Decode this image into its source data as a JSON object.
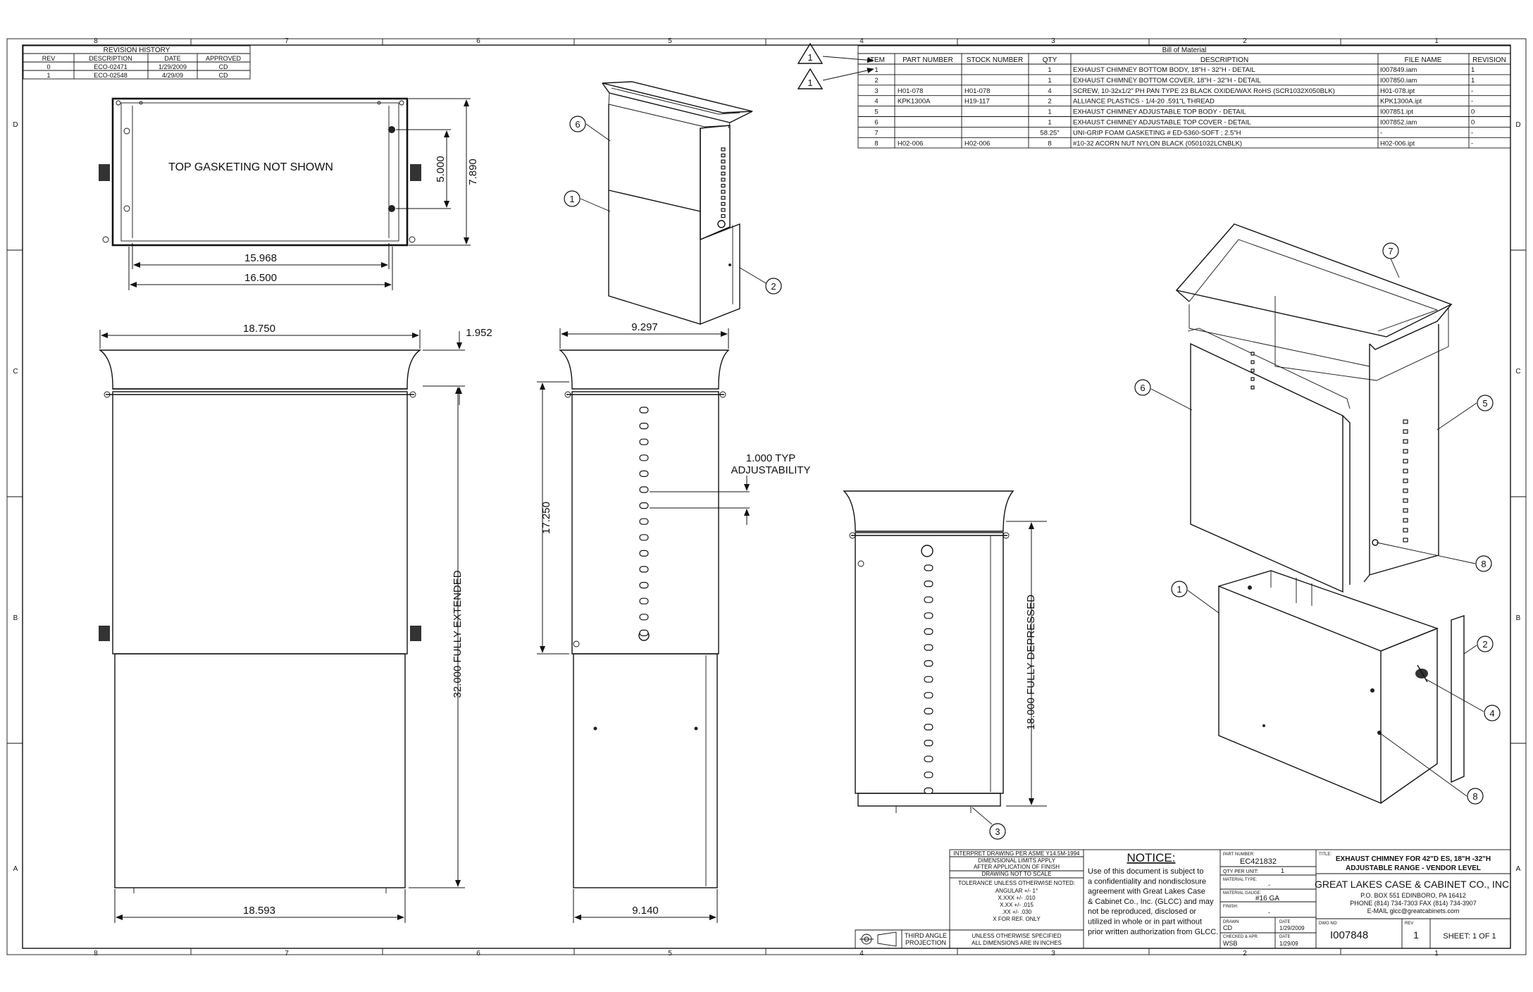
{
  "zones": {
    "columns": [
      "8",
      "7",
      "6",
      "5",
      "4",
      "3",
      "2",
      "1"
    ],
    "rows": [
      "D",
      "C",
      "B",
      "A"
    ]
  },
  "revision_history": {
    "title": "REVISION HISTORY",
    "headers": [
      "REV",
      "DESCRIPTION",
      "DATE",
      "APPROVED"
    ],
    "rows": [
      [
        "0",
        "ECO-02471",
        "1/29/2009",
        "CD"
      ],
      [
        "1",
        "ECO-02548",
        "4/29/09",
        "CD"
      ]
    ]
  },
  "bom": {
    "title": "Bill of Material",
    "headers": [
      "ITEM",
      "PART NUMBER",
      "STOCK NUMBER",
      "QTY",
      "DESCRIPTION",
      "FILE NAME",
      "REVISION"
    ],
    "rows": [
      [
        "1",
        "",
        "",
        "1",
        "EXHAUST CHIMNEY BOTTOM BODY, 18\"H - 32\"H - DETAIL",
        "I007849.iam",
        "1"
      ],
      [
        "2",
        "",
        "",
        "1",
        "EXHAUST CHIMNEY BOTTOM COVER, 18\"H - 32\"H - DETAIL",
        "I007850.iam",
        "1"
      ],
      [
        "3",
        "H01-078",
        "H01-078",
        "4",
        "SCREW, 10-32x1/2\" PH PAN TYPE 23 BLACK OXIDE/WAX RoHS (SCR1032X050BLK)",
        "H01-078.ipt",
        "-"
      ],
      [
        "4",
        "KPK1300A",
        "H19-117",
        "2",
        "ALLIANCE PLASTICS - 1/4-20 .591\"L THREAD",
        "KPK1300A.ipt",
        "-"
      ],
      [
        "5",
        "",
        "",
        "1",
        "EXHAUST CHIMNEY ADJUSTABLE TOP BODY - DETAIL",
        "I007851.ipt",
        "0"
      ],
      [
        "6",
        "",
        "",
        "1",
        "EXHAUST CHIMNEY ADJUSTABLE TOP COVER - DETAIL",
        "I007852.iam",
        "0"
      ],
      [
        "7",
        "",
        "",
        "58.25\"",
        "UNI-GRIP FOAM GASKETING # ED-5360-SOFT ; 2.5\"H",
        "-",
        "-"
      ],
      [
        "8",
        "H02-006",
        "H02-006",
        "8",
        "#10-32 ACORN NUT NYLON BLACK (0501032LCNBLK)",
        "H02-006.ipt",
        "-"
      ]
    ],
    "rev_flags": [
      "1",
      "1"
    ]
  },
  "top_view": {
    "note": "TOP GASKETING NOT SHOWN",
    "dim_inner_w": "15.968",
    "dim_outer_w": "16.500",
    "dim_inner_h": "5.000",
    "dim_outer_h": "7.890"
  },
  "front_view": {
    "dim_flange_w": "18.750",
    "dim_flange_h": "1.952",
    "dim_bottom_w": "18.593",
    "dim_height": "32.000 FULLY EXTENDED"
  },
  "side_view": {
    "dim_top_w": "9.297",
    "dim_upper_h": "17.250",
    "dim_adjust_l1": "1.000 TYP",
    "dim_adjust_l2": "ADJUSTABILITY",
    "dim_bottom_w": "9.140",
    "slot_count": 15
  },
  "depressed_view": {
    "dim_height": "18.000 FULLY DEPRESSED",
    "slot_count": 15
  },
  "balloons": [
    "1",
    "2",
    "3",
    "4",
    "5",
    "6",
    "7",
    "8"
  ],
  "title_block": {
    "std_lines": [
      "INTERPRET DRAWING PER ASME Y14.5M-1994",
      "DIMENSIONAL LIMITS APPLY",
      "AFTER APPLICATION OF FINISH",
      "DRAWING NOT TO SCALE",
      "TOLERANCE UNLESS OTHERWISE NOTED:",
      "ANGULAR +/- 1°",
      "X.XXX +/- .010",
      "X.XX +/- .015",
      ".XX +/- .030",
      "X FOR REF. ONLY"
    ],
    "units_l1": "UNLESS OTHERWISE SPECIFIED",
    "units_l2": "ALL DIMENSIONS ARE IN INCHES",
    "projection_l1": "THIRD ANGLE",
    "projection_l2": "PROJECTION",
    "notice_title": "NOTICE:",
    "notice_lines": [
      "Use of this document is subject to",
      "a confidentiality and nondisclosure",
      "agreement with Great Lakes Case",
      "& Cabinet Co., Inc. (GLCC) and may",
      "not be reproduced, disclosed or",
      "utilized in whole or in part without",
      "prior written authorization from GLCC."
    ],
    "part_number_label": "PART NUMBER:",
    "part_number": "EC421832",
    "qty_per_unit_label": "QTY PER UNIT:",
    "qty_per_unit": "1",
    "material_type_label": "MATERIAL TYPE:",
    "material_type": "-",
    "material_gauge_label": "MATERIAL GAUGE:",
    "material_gauge": "#16 GA",
    "finish_label": "FINISH:",
    "finish": "-",
    "drawn_label": "DRAWN",
    "drawn_by": "CD",
    "drawn_date_label": "DATE",
    "drawn_date": "1/29/2009",
    "checked_label": "CHECKED & APR.",
    "checked_by": "WSB",
    "checked_date_label": "DATE",
    "checked_date": "1/29/09",
    "title_label": "TITLE:",
    "title_l1": "EXHAUST CHIMNEY FOR 42\"D ES, 18\"H -32\"H",
    "title_l2": "ADJUSTABLE RANGE - VENDOR LEVEL",
    "company": "GREAT LAKES CASE & CABINET CO., INC.",
    "address": "P.O. BOX 551 EDINBORO, PA 16412",
    "phone": "PHONE (814) 734-7303 FAX (814) 734-3907",
    "email": "E-MAIL glcc@greatcabinets.com",
    "dwg_no_label": "DWG NO:",
    "dwg_no": "I007848",
    "rev_label": "REV",
    "rev": "1",
    "sheet": "SHEET: 1 OF 1"
  }
}
